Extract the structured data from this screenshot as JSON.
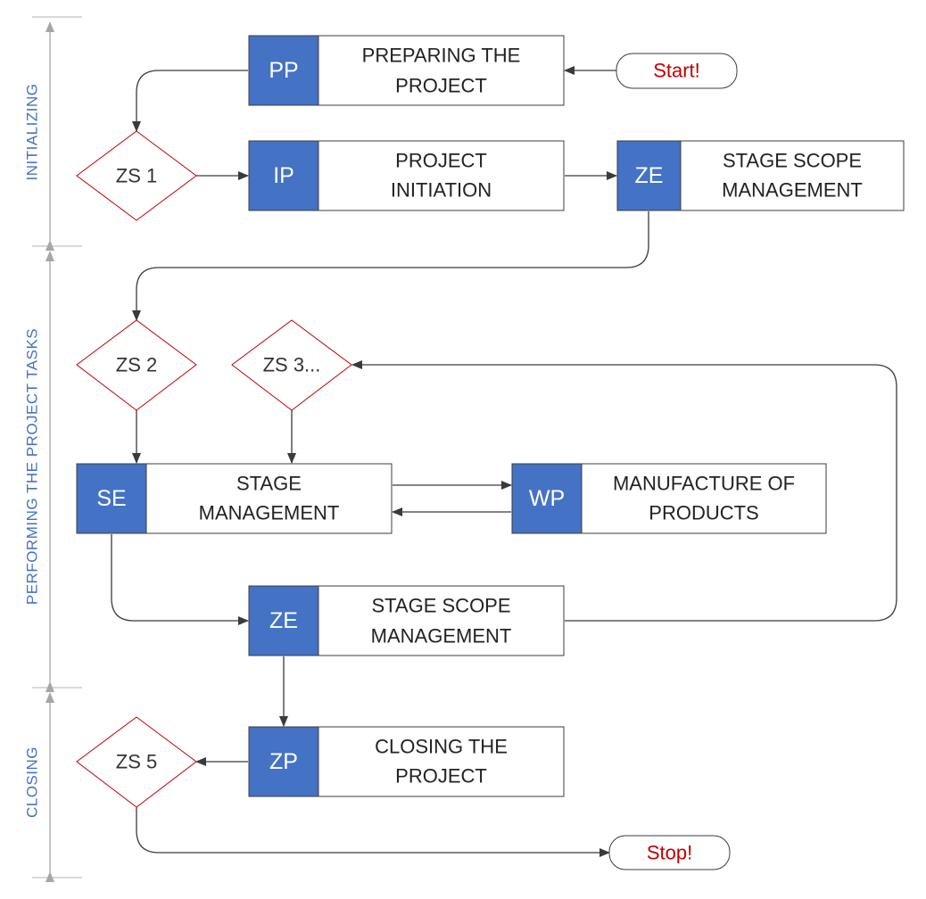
{
  "phases": [
    {
      "id": "initializing",
      "label": "INITIALIZING"
    },
    {
      "id": "performing",
      "label": "PERFORMING THE PROJECT TASKS"
    },
    {
      "id": "closing",
      "label": "CLOSING"
    }
  ],
  "processes": [
    {
      "id": "pp",
      "code": "PP",
      "lines": [
        "PREPARING THE",
        "PROJECT"
      ]
    },
    {
      "id": "ip",
      "code": "IP",
      "lines": [
        "PROJECT",
        "INITIATION"
      ]
    },
    {
      "id": "ze1",
      "code": "ZE",
      "lines": [
        "STAGE SCOPE",
        "MANAGEMENT"
      ]
    },
    {
      "id": "se",
      "code": "SE",
      "lines": [
        "STAGE",
        "MANAGEMENT"
      ]
    },
    {
      "id": "wp",
      "code": "WP",
      "lines": [
        "MANUFACTURE OF",
        "PRODUCTS"
      ]
    },
    {
      "id": "ze2",
      "code": "ZE",
      "lines": [
        "STAGE SCOPE",
        "MANAGEMENT"
      ]
    },
    {
      "id": "zp",
      "code": "ZP",
      "lines": [
        "CLOSING THE",
        "PROJECT"
      ]
    }
  ],
  "decisions": [
    {
      "id": "zs1",
      "label": "ZS 1"
    },
    {
      "id": "zs2",
      "label": "ZS 2"
    },
    {
      "id": "zs3",
      "label": "ZS 3..."
    },
    {
      "id": "zs5",
      "label": "ZS 5"
    }
  ],
  "terminals": [
    {
      "id": "start",
      "label": "Start!"
    },
    {
      "id": "stop",
      "label": "Stop!"
    }
  ],
  "colors": {
    "code_fill": "#4472C4",
    "phase_text": "#4472C4",
    "decision_border": "#C00000",
    "terminal_text": "#C00000",
    "connector": "#3a3a3a"
  }
}
